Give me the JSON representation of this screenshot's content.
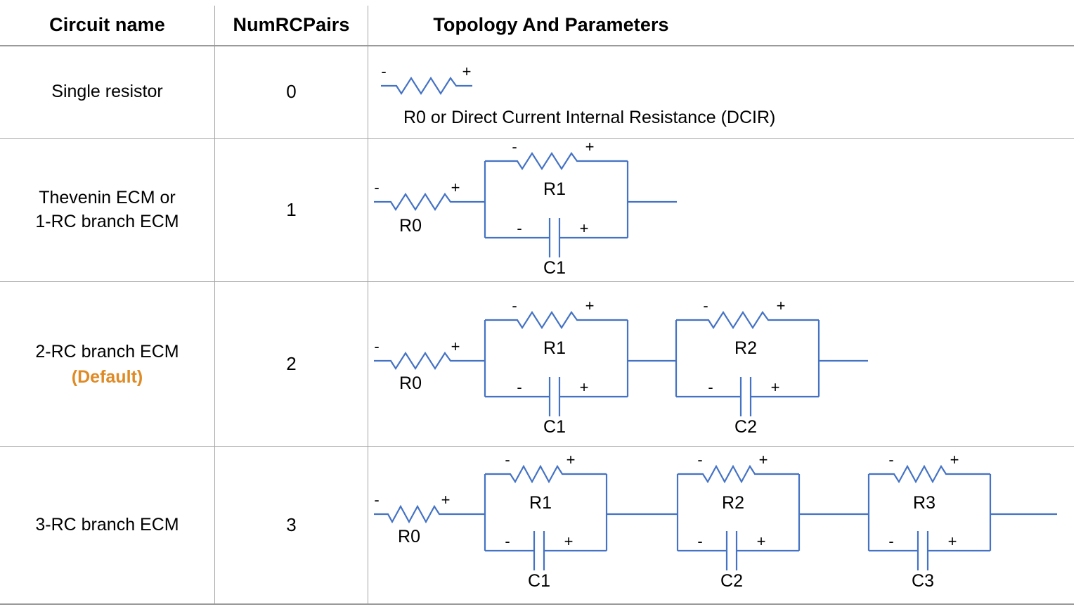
{
  "table": {
    "headers": [
      {
        "id": "circuit-name",
        "label": "Circuit name"
      },
      {
        "id": "num-rc-pairs",
        "label": "NumRCPairs"
      },
      {
        "id": "topology-and-parameters",
        "label": "Topology And Parameters"
      }
    ],
    "rows": [
      {
        "id": "single-resistor",
        "name_line1": "Single resistor",
        "name_line2": "",
        "default_badge": "",
        "num_rc_pairs": "0",
        "caption": "R0 or   Direct Current Internal Resistance (DCIR)",
        "series_resistor_label": "",
        "rc_branches": []
      },
      {
        "id": "thevenin-ecm",
        "name_line1": "Thevenin ECM or",
        "name_line2": "1-RC branch ECM",
        "default_badge": "",
        "num_rc_pairs": "1",
        "caption": "",
        "series_resistor_label": "R0",
        "rc_branches": [
          {
            "resistor": "R1",
            "capacitor": "C1"
          }
        ]
      },
      {
        "id": "two-rc-branch-ecm",
        "name_line1": "2-RC branch ECM",
        "name_line2": "",
        "default_badge": "(Default)",
        "num_rc_pairs": "2",
        "caption": "",
        "series_resistor_label": "R0",
        "rc_branches": [
          {
            "resistor": "R1",
            "capacitor": "C1"
          },
          {
            "resistor": "R2",
            "capacitor": "C2"
          }
        ]
      },
      {
        "id": "three-rc-branch-ecm",
        "name_line1": "3-RC branch ECM",
        "name_line2": "",
        "default_badge": "",
        "num_rc_pairs": "3",
        "caption": "",
        "series_resistor_label": "R0",
        "rc_branches": [
          {
            "resistor": "R1",
            "capacitor": "C1"
          },
          {
            "resistor": "R2",
            "capacitor": "C2"
          },
          {
            "resistor": "R3",
            "capacitor": "C3"
          }
        ]
      }
    ]
  },
  "polarity": {
    "negative": "-",
    "positive": "+"
  },
  "colors": {
    "wire_blue": "#4472C4",
    "default_orange": "#DE8A25",
    "grid_line": "#A6A6A6",
    "text": "#000000",
    "background": "#FFFFFF"
  }
}
